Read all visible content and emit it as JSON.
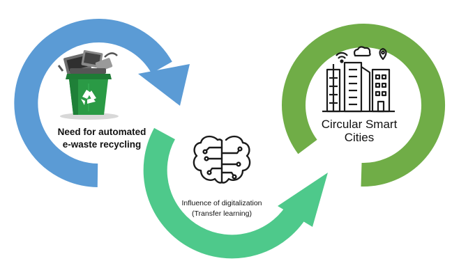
{
  "diagram": {
    "stages": [
      {
        "id": "ewaste",
        "lines": [
          "Need for automated",
          "e-waste recycling"
        ],
        "icon": "e-waste-bin-icon",
        "arrow_color": "#5b9bd5"
      },
      {
        "id": "digital",
        "lines": [
          "Influence of digitalization",
          "(Transfer learning)"
        ],
        "icon": "brain-circuit-icon",
        "arrow_color": "#4ec98b"
      },
      {
        "id": "cities",
        "lines": [
          "Circular Smart",
          "Cities"
        ],
        "icon": "smart-city-icon",
        "arrow_color": "#70ad47"
      }
    ]
  }
}
